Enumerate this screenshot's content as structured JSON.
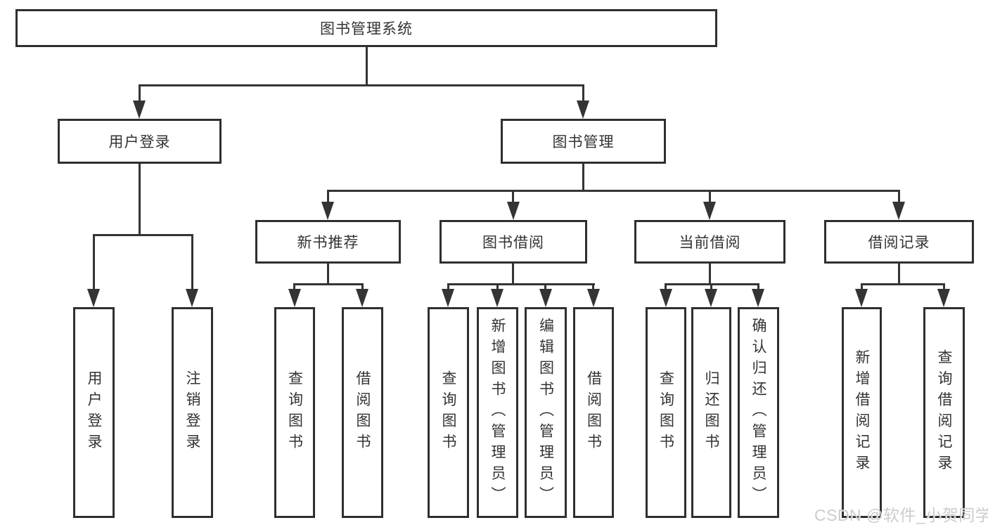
{
  "diagram": {
    "type": "hierarchy-tree",
    "nodes": {
      "root": "图书管理系统",
      "user_login": "用户登录",
      "book_mgmt": "图书管理",
      "new_book_rec": "新书推荐",
      "book_borrow": "图书借阅",
      "current_borrow": "当前借阅",
      "borrow_records": "借阅记录",
      "leaf_user_login": "用户登录",
      "leaf_logout": "注销登录",
      "rec_query_book": "查询图书",
      "rec_borrow_book": "借阅图书",
      "bb_query_book": "查询图书",
      "bb_add_book": "新增图书（管理员）",
      "bb_edit_book": "编辑图书（管理员）",
      "bb_borrow_book": "借阅图书",
      "cb_query_book": "查询图书",
      "cb_return_book": "归还图书",
      "cb_confirm_return": "确认归还（管理员）",
      "br_add_record": "新增借阅记录",
      "br_query_record": "查询借阅记录"
    },
    "edges": [
      [
        "图书管理系统",
        "用户登录"
      ],
      [
        "图书管理系统",
        "图书管理"
      ],
      [
        "用户登录",
        "用户登录(叶)"
      ],
      [
        "用户登录",
        "注销登录"
      ],
      [
        "图书管理",
        "新书推荐"
      ],
      [
        "图书管理",
        "图书借阅"
      ],
      [
        "图书管理",
        "当前借阅"
      ],
      [
        "图书管理",
        "借阅记录"
      ],
      [
        "新书推荐",
        "查询图书"
      ],
      [
        "新书推荐",
        "借阅图书"
      ],
      [
        "图书借阅",
        "查询图书"
      ],
      [
        "图书借阅",
        "新增图书（管理员）"
      ],
      [
        "图书借阅",
        "编辑图书（管理员）"
      ],
      [
        "图书借阅",
        "借阅图书"
      ],
      [
        "当前借阅",
        "查询图书"
      ],
      [
        "当前借阅",
        "归还图书"
      ],
      [
        "当前借阅",
        "确认归还（管理员）"
      ],
      [
        "借阅记录",
        "新增借阅记录"
      ],
      [
        "借阅记录",
        "查询借阅记录"
      ]
    ]
  },
  "watermark": "CSDN @软件_小贺同学",
  "colors": {
    "line": "#343434",
    "border": "#2f2f2f",
    "text": "#333333",
    "background": "#ffffff",
    "watermark": "#c8c8c8"
  }
}
